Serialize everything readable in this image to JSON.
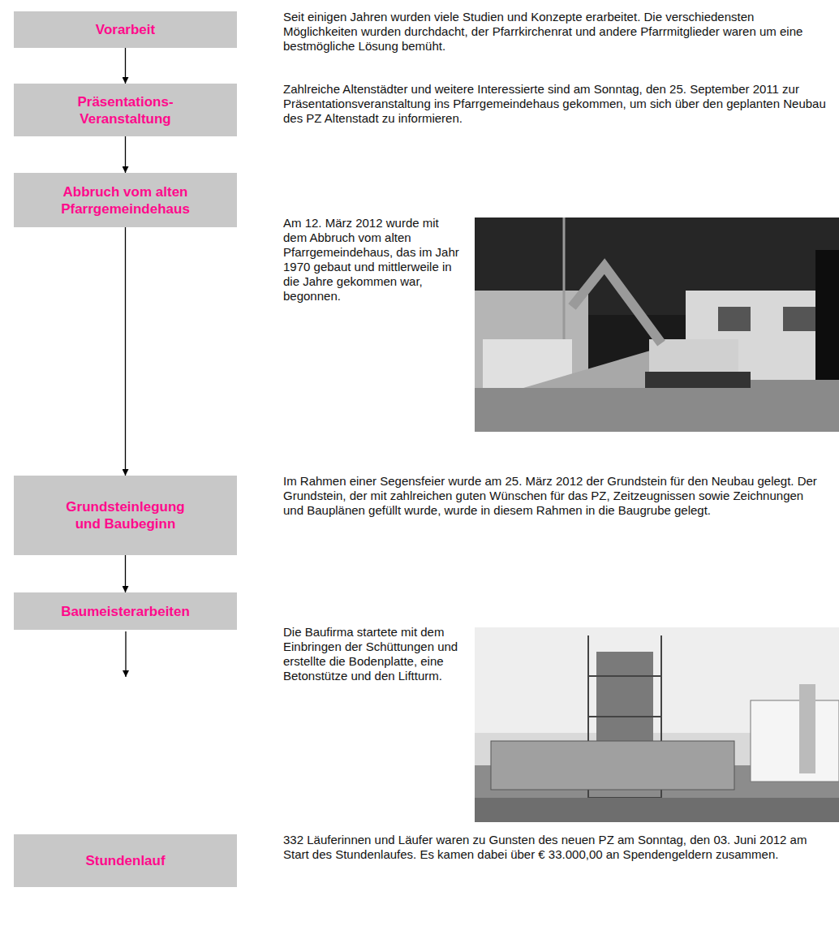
{
  "diagram": {
    "nodes": [
      {
        "text": [
          "Vorarbeit"
        ]
      },
      {
        "text": [
          "Präsentations- Veranstaltung"
        ]
      },
      {
        "text": [
          "Abbruch vom alten Pfarrgemeindehaus"
        ]
      },
      {
        "text": [
          "Grundsteinlegung und Baubeginn"
        ]
      },
      {
        "text": [
          "Baumeisterarbeiten"
        ]
      },
      {
        "text": [
          "Stundenlauf"
        ]
      }
    ],
    "edges": [
      {
        "from": 0,
        "to": 1,
        "arrow": "to"
      },
      {
        "from": 1,
        "to": 2,
        "arrow": "to"
      },
      {
        "from": 2,
        "to": 3,
        "arrow": "to"
      },
      {
        "from": 3,
        "to": 4,
        "arrow": "to"
      }
    ],
    "labels": [
      "Seit einigen Jahren wurden viele Studien und Konzepte erarbeitet. Die verschiedensten Möglichkeiten wurden durchdacht, der Pfarrkirchenrat und andere Pfarrmitglieder waren um eine bestmögliche Lösung bemüht.",
      "Zahlreiche Altenstädter und weitere Interessierte sind am Sonntag, den 25. September 2011 zur Präsentationsveranstaltung ins Pfarrgemeindehaus gekommen, um sich über den geplanten Neubau des PZ Altenstadt zu informieren.",
      "Am 12. März 2012 wurde mit dem Abbruch vom alten Pfarrgemeindehaus, das im Jahr 1970 gebaut und mittlerweile in die Jahre gekommen war, begonnen.",
      "Im Rahmen einer Segensfeier wurde am 25. März 2012 der Grundstein für den Neubau gelegt. Der Grundstein, der mit zahlreichen guten Wünschen für das PZ, Zeitzeugnissen sowie Zeichnungen und Bauplänen gefüllt wurde, wurde in diesem Rahmen in die Baugrube gelegt.",
      "Die Baufirma startete mit dem Einbringen der Schüttungen und erstellte die Bodenplatte, eine Betonstütze und den Liftturm.",
      "332 Läuferinnen und Läufer waren zu Gunsten des neuen PZ am Sonntag, den 03. Juni 2012 am Start des Stundenlaufes. Es kamen dabei über € 33.000,00 an Spendengeldern zusammen."
    ]
  }
}
